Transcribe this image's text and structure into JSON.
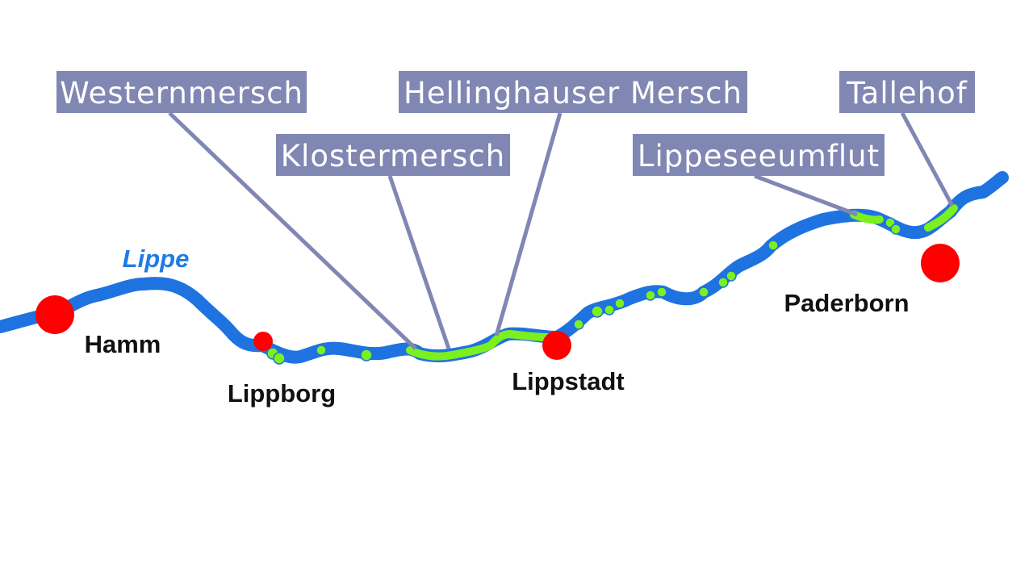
{
  "map": {
    "river_name": "Lippe",
    "colors": {
      "river": "#1e73e0",
      "restored_section": "#7cf01e",
      "city_marker": "#ff0000",
      "label_box": "#8087b3",
      "leader_line": "#8087b3",
      "label_text": "#ffffff"
    },
    "cities": [
      {
        "name": "Hamm"
      },
      {
        "name": "Lippborg"
      },
      {
        "name": "Lippstadt"
      },
      {
        "name": "Paderborn"
      }
    ],
    "sites": [
      {
        "name": "Westernmersch"
      },
      {
        "name": "Klostermersch"
      },
      {
        "name": "Hellinghauser Mersch"
      },
      {
        "name": "Lippeseeumflut"
      },
      {
        "name": "Tallehof"
      }
    ]
  }
}
